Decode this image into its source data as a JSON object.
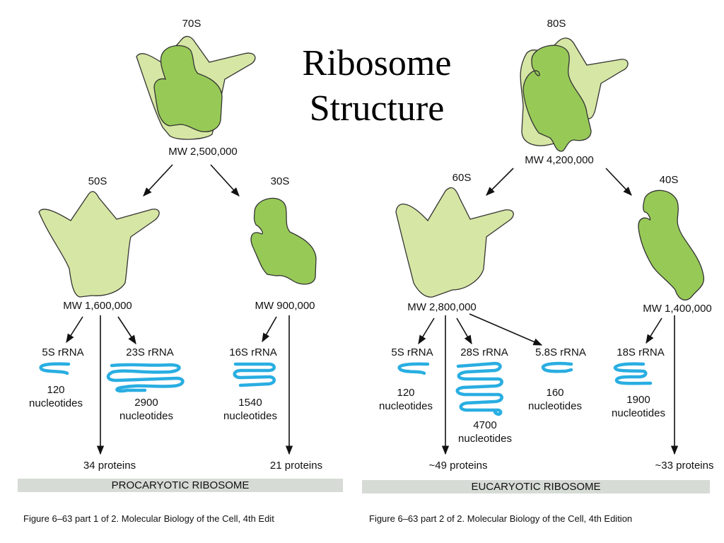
{
  "title": {
    "line1": "Ribosome",
    "line2": "Structure"
  },
  "procaryotic": {
    "whole": {
      "label": "70S",
      "mw": "MW 2,500,000"
    },
    "large": {
      "label": "50S",
      "mw": "MW 1,600,000"
    },
    "small": {
      "label": "30S",
      "mw": "MW 900,000"
    },
    "rrnas": [
      {
        "name": "5S rRNA",
        "count": "120",
        "unit": "nucleotides"
      },
      {
        "name": "23S rRNA",
        "count": "2900",
        "unit": "nucleotides"
      },
      {
        "name": "16S rRNA",
        "count": "1540",
        "unit": "nucleotides"
      }
    ],
    "large_proteins": "34 proteins",
    "small_proteins": "21 proteins",
    "banner": "PROCARYOTIC RIBOSOME",
    "caption": "Figure 6–63 part 1 of 2. Molecular Biology of the Cell, 4th Edit"
  },
  "eucaryotic": {
    "whole": {
      "label": "80S",
      "mw": "MW 4,200,000"
    },
    "large": {
      "label": "60S",
      "mw": "MW 2,800,000"
    },
    "small": {
      "label": "40S",
      "mw": "MW 1,400,000"
    },
    "rrnas": [
      {
        "name": "5S rRNA",
        "count": "120",
        "unit": "nucleotides"
      },
      {
        "name": "28S rRNA",
        "count": "4700",
        "unit": "nucleotides"
      },
      {
        "name": "5.8S rRNA",
        "count": "160",
        "unit": "nucleotides"
      },
      {
        "name": "18S rRNA",
        "count": "1900",
        "unit": "nucleotides"
      }
    ],
    "large_proteins": "~49 proteins",
    "small_proteins": "~33 proteins",
    "banner": "EUCARYOTIC RIBOSOME",
    "caption": "Figure 6–63 part 2 of 2. Molecular Biology of the Cell, 4th Edition"
  },
  "colors": {
    "large_subunit": "#d6e6a4",
    "small_subunit": "#97c957",
    "rrna": "#29aee2",
    "banner": "#d6dbd6"
  }
}
